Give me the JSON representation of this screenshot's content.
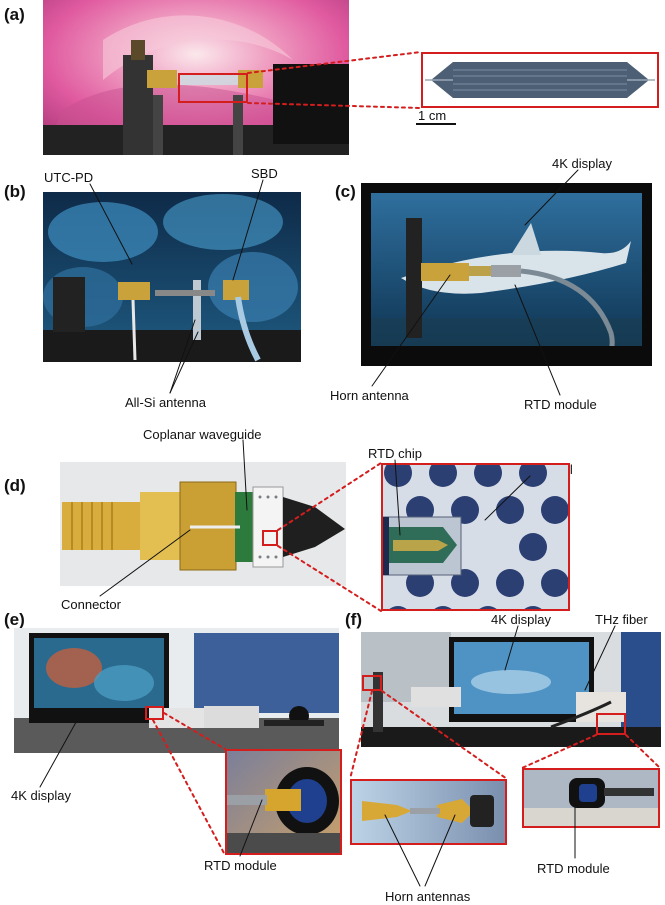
{
  "panels": {
    "a": {
      "tag": "(a)",
      "scale_label": "1 cm"
    },
    "b": {
      "tag": "(b)",
      "uplabel": "UTC-PD",
      "sbd": "SBD",
      "antenna": "All-Si antenna"
    },
    "c": {
      "tag": "(c)",
      "display": "4K display",
      "horn": "Horn antenna",
      "rtd": "RTD module"
    },
    "d": {
      "tag": "(d)",
      "waveguide": "Coplanar waveguide",
      "chip": "RTD chip",
      "crystal": "Photonic crystal",
      "connector": "Connector"
    },
    "e": {
      "tag": "(e)",
      "display": "4K display",
      "rtd": "RTD module"
    },
    "f": {
      "tag": "(f)",
      "display": "4K display",
      "fiber": "THz fiber",
      "horns": "Horn antennas",
      "rtd": "RTD module"
    }
  },
  "colors": {
    "callout": "#d41d1d",
    "leader": "#111111"
  }
}
